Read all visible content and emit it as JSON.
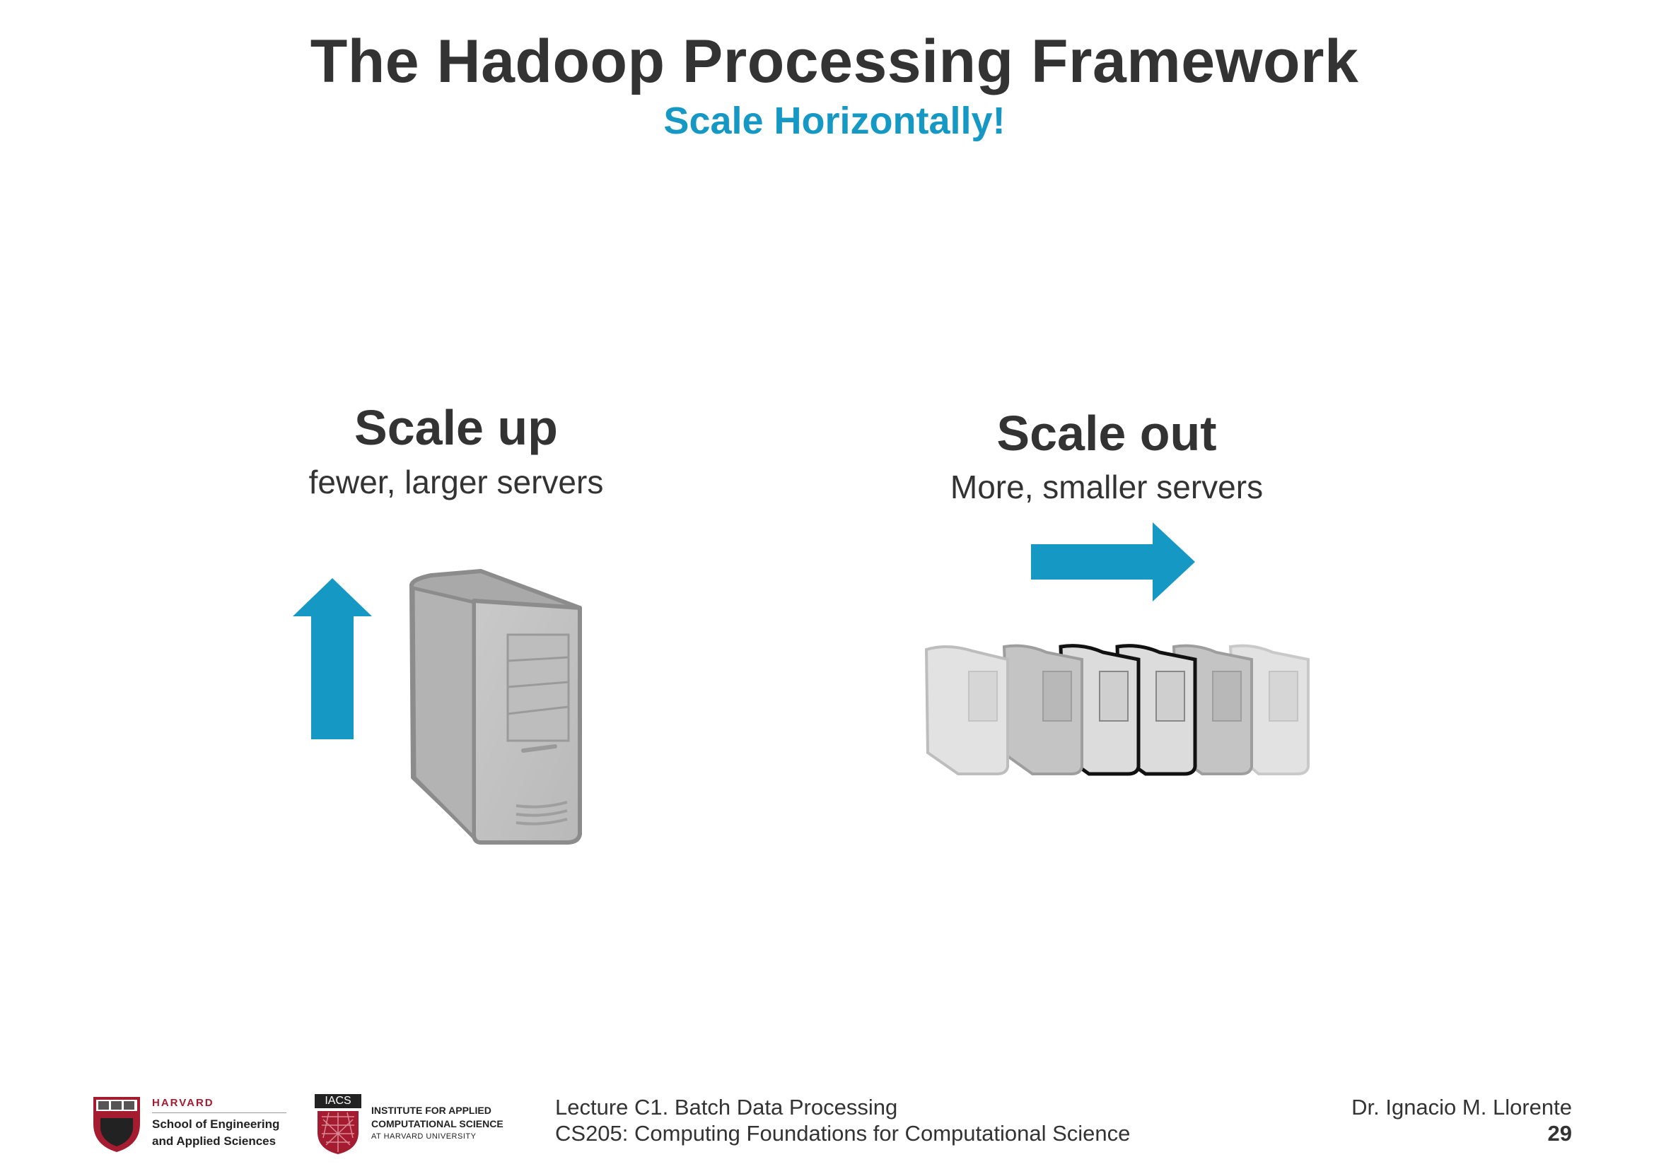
{
  "slide": {
    "title": "The Hadoop Processing Framework",
    "subtitle": "Scale Horizontally!"
  },
  "left_panel": {
    "heading": "Scale up",
    "subheading": "fewer, larger servers",
    "arrow_icon": "arrow-up-icon",
    "server_icon": "large-server-icon"
  },
  "right_panel": {
    "heading": "Scale out",
    "subheading": "More, smaller servers",
    "arrow_icon": "arrow-right-icon",
    "server_icon": "server-row-icon",
    "server_count": 6
  },
  "footer": {
    "harvard_logo": {
      "name": "HARVARD",
      "line1": "School of Engineering",
      "line2": "and Applied Sciences"
    },
    "iacs_logo": {
      "badge": "IACS",
      "line1": "INSTITUTE FOR APPLIED",
      "line2": "COMPUTATIONAL SCIENCE",
      "line3": "AT HARVARD UNIVERSITY"
    },
    "lecture": "Lecture C1. Batch Data Processing",
    "course": "CS205: Computing Foundations for Computational Science",
    "author": "Dr. Ignacio M. Llorente",
    "page_number": "29"
  },
  "colors": {
    "accent": "#1599c4",
    "text": "#333333",
    "harvard_red": "#a51c30"
  }
}
